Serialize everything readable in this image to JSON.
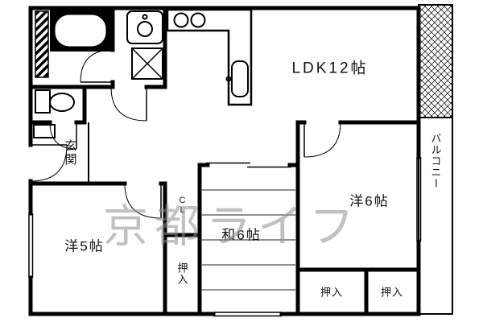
{
  "watermark": "京都ライフ",
  "rooms": {
    "ldk": "LDK12帖",
    "western6": "洋6帖",
    "western5": "洋5帖",
    "japanese6": "和6帖",
    "genkan": "玄関",
    "balcony": "バルコニー",
    "cl": "CL",
    "oshiire_hall": "押入",
    "oshiire_right_1": "押入",
    "oshiire_right_2": "押入"
  }
}
